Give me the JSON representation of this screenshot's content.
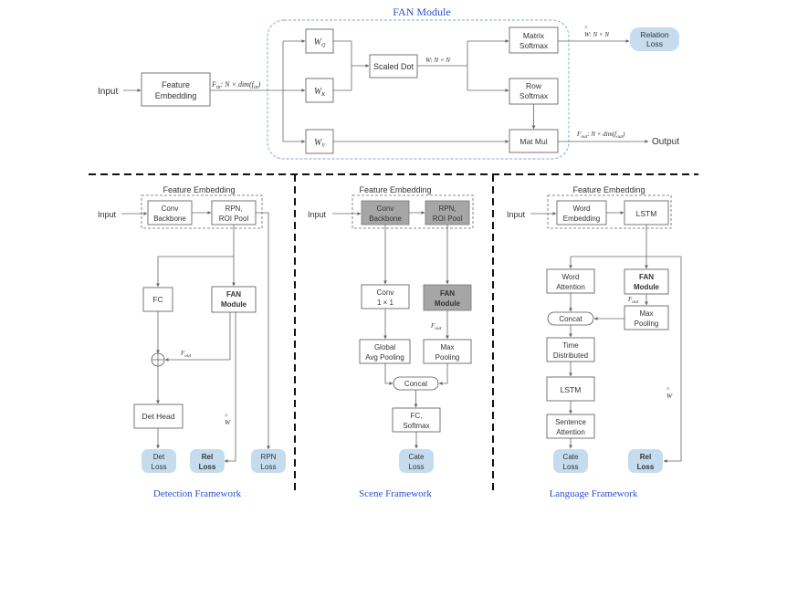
{
  "colors": {
    "caption_blue": "#2b4fd6",
    "loss_fill": "#c5dcef",
    "gray_box": "#a6a6a6",
    "module_dash": "#7aa0e0"
  },
  "fan": {
    "title": "FAN Module",
    "input": "Input",
    "feature_embedding": [
      "Feature",
      "Embedding"
    ],
    "f_in": "F",
    "f_in_sub": "in",
    "f_in_dim": ": N × dim(f",
    "f_in_dim_sub": "in",
    "wq": "W",
    "wq_sub": "Q",
    "wk": "W",
    "wk_sub": "K",
    "wv": "W",
    "wv_sub": "V",
    "scaled_dot": "Scaled Dot",
    "w_label": "W: N × N",
    "matrix_softmax": [
      "Matrix",
      "Softmax"
    ],
    "row_softmax": [
      "Row",
      "Softmax"
    ],
    "w_hat_label": "W: N × N",
    "relation_loss": [
      "Relation",
      "Loss"
    ],
    "mat_mul": "Mat Mul",
    "f_out": "F",
    "f_out_sub": "out",
    "f_out_dim": ": N × dim(f",
    "f_out_dim_sub": "out",
    "output": "Output"
  },
  "detection": {
    "fe_title": "Feature Embedding",
    "input": "Input",
    "conv_backbone": [
      "Conv",
      "Backbone"
    ],
    "rpn": [
      "RPN,",
      "ROI Pool"
    ],
    "fc": "FC",
    "fan_module": [
      "FAN",
      "Module"
    ],
    "f_out": "F",
    "f_out_sub": "out",
    "det_head": "Det Head",
    "w_hat": "W",
    "det_loss": [
      "Det",
      "Loss"
    ],
    "rel_loss": [
      "Rel",
      "Loss"
    ],
    "rpn_loss": [
      "RPN",
      "Loss"
    ],
    "caption": "Detection Framework"
  },
  "scene": {
    "fe_title": "Feature Embedding",
    "input": "Input",
    "conv_backbone": [
      "Conv",
      "Backbone"
    ],
    "rpn": [
      "RPN,",
      "ROI Pool"
    ],
    "conv11": [
      "Conv",
      "1 × 1"
    ],
    "fan_module": [
      "FAN",
      "Module"
    ],
    "f_out": "F",
    "f_out_sub": "out",
    "global_avg": [
      "Global",
      "Avg Pooling"
    ],
    "max_pooling": [
      "Max",
      "Pooling"
    ],
    "concat": "Concat",
    "fc_softmax": [
      "FC,",
      "Softmax"
    ],
    "cate_loss": [
      "Cate",
      "Loss"
    ],
    "caption": "Scene Framework"
  },
  "language": {
    "fe_title": "Feature Embedding",
    "input": "Input",
    "word_embedding": [
      "Word",
      "Embedding"
    ],
    "lstm_top": "LSTM",
    "word_attention": [
      "Word",
      "Attention"
    ],
    "fan_module": [
      "FAN",
      "Module"
    ],
    "f_out": "F",
    "f_out_sub": "out",
    "max_pooling": [
      "Max",
      "Pooling"
    ],
    "concat": "Concat",
    "time_distributed": [
      "Time",
      "Distributed"
    ],
    "lstm": "LSTM",
    "sentence_attention": [
      "Sentence",
      "Attention"
    ],
    "w_hat": "W",
    "cate_loss": [
      "Cate",
      "Loss"
    ],
    "rel_loss": [
      "Rel",
      "Loss"
    ],
    "caption": "Language Framework"
  }
}
